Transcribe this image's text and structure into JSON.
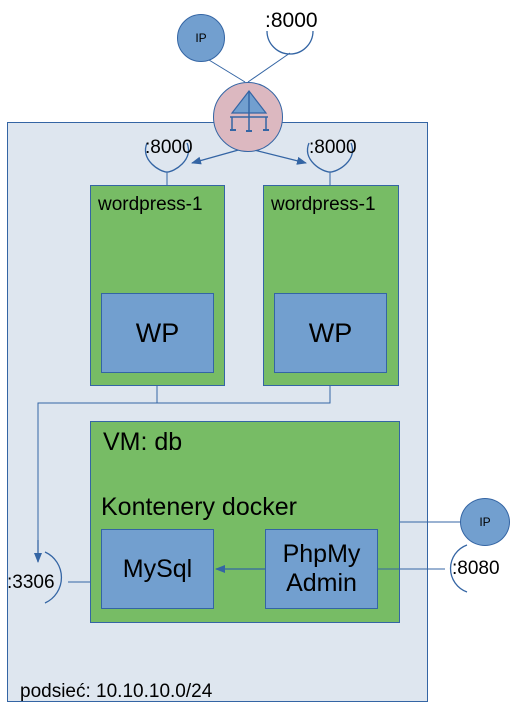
{
  "internet": {
    "ip_label": "IP",
    "port_label": ":8000"
  },
  "load_balancer": {
    "icon": "load-balancer-icon"
  },
  "subnet": {
    "label": "podsieć: 10.10.10.0/24"
  },
  "web_vms": [
    {
      "port": ":8000",
      "name": "wordpress-1",
      "app": "WP"
    },
    {
      "port": ":8000",
      "name": "wordpress-1",
      "app": "WP"
    }
  ],
  "db_vm": {
    "title": "VM: db",
    "containers_label": "Kontenery docker",
    "mysql": "MySql",
    "phpmyadmin_line1": "PhpMy",
    "phpmyadmin_line2": "Admin",
    "mysql_port": ":3306",
    "admin_ip": "IP",
    "admin_port": ":8080"
  },
  "colors": {
    "subnet_bg": "#dee6ef",
    "vm_green": "#77bc65",
    "container_blue": "#729fcf",
    "lb_pink": "#dcb8c0",
    "line_blue": "#3465a4"
  }
}
